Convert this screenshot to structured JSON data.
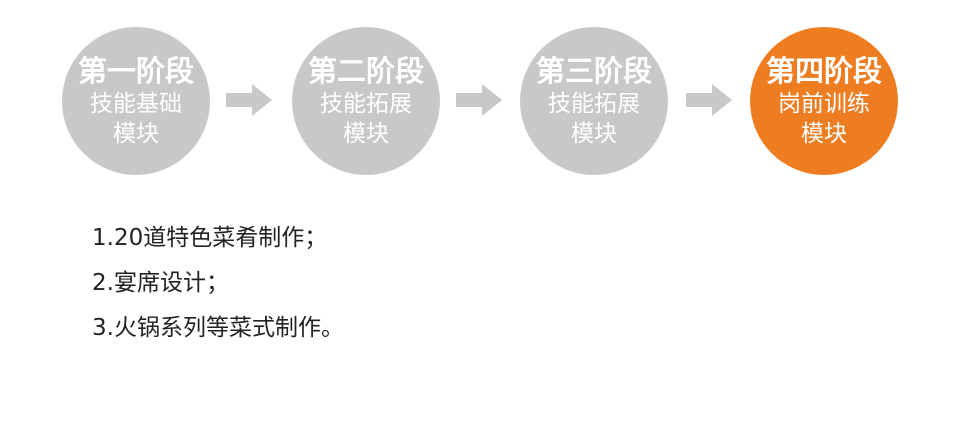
{
  "stages": [
    {
      "title": "第一阶段",
      "line1": "技能基础",
      "line2": "模块",
      "active": false
    },
    {
      "title": "第二阶段",
      "line1": "技能拓展",
      "line2": "模块",
      "active": false
    },
    {
      "title": "第三阶段",
      "line1": "技能拓展",
      "line2": "模块",
      "active": false
    },
    {
      "title": "第四阶段",
      "line1": "岗前训练",
      "line2": "模块",
      "active": true
    }
  ],
  "items": [
    "1.20道特色菜肴制作；",
    "2.宴席设计；",
    "3.火锅系列等菜式制作。"
  ],
  "colors": {
    "inactive": "#c8c8c8",
    "active": "#ee7d22",
    "arrow": "#c8c8c8",
    "text": "#222222"
  }
}
